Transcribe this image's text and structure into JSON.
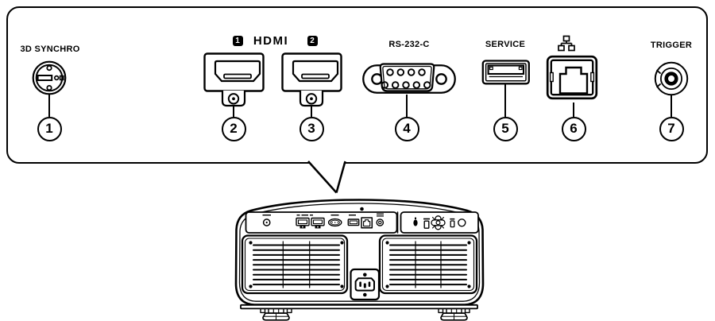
{
  "diagram": {
    "title": "projector rear terminal diagram",
    "line_color": "#000000",
    "background_color": "#ffffff"
  },
  "panel": {
    "labels": {
      "sync": "3D SYNCHRO",
      "hdmi": "HDMI",
      "hdmi_input_1": "1",
      "hdmi_input_2": "2",
      "rs232": "RS-232-C",
      "service": "SERVICE",
      "trigger": "TRIGGER"
    },
    "icons": {
      "sync": "mini-din-connector-icon",
      "hdmi1": "hdmi-port-icon",
      "hdmi2": "hdmi-port-icon",
      "rs232": "dsub9-connector-icon",
      "service": "usb-port-icon",
      "network": "lan-network-icon",
      "lan_port": "rj45-port-icon",
      "trigger": "minijack-connector-icon"
    }
  },
  "callouts": {
    "numbers": [
      "1",
      "2",
      "3",
      "4",
      "5",
      "6",
      "7"
    ]
  }
}
